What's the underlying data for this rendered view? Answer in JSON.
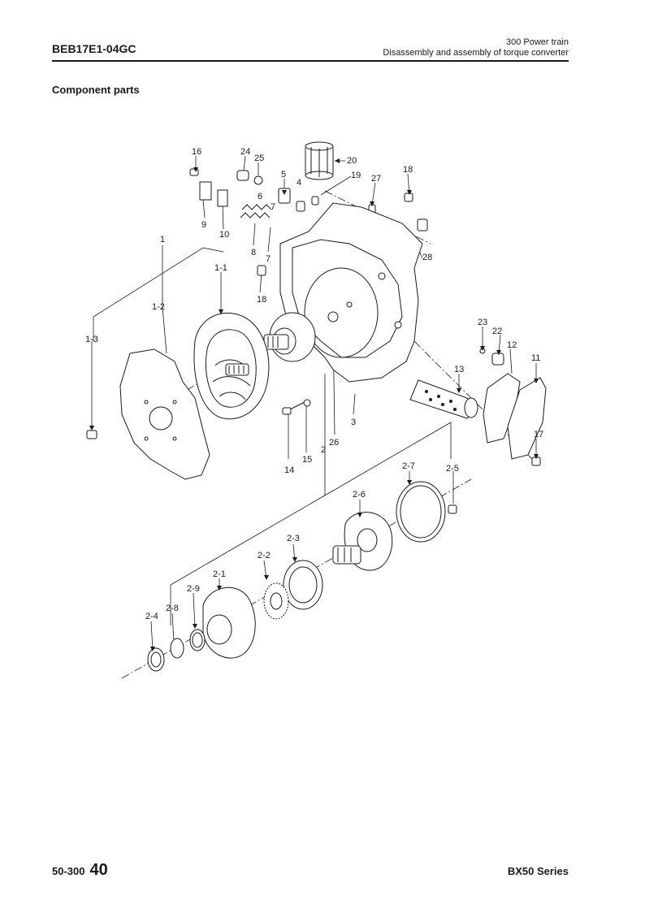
{
  "header": {
    "doc_code": "BEB17E1-04GC",
    "section": "300 Power train",
    "subtitle": "Disassembly and assembly of torque converter"
  },
  "section_title": "Component parts",
  "labels": [
    "16",
    "24",
    "25",
    "20",
    "5",
    "19",
    "27",
    "18",
    "4",
    "6",
    "7",
    "9",
    "10",
    "8",
    "7",
    "1",
    "1-1",
    "18",
    "28",
    "1-2",
    "3",
    "23",
    "22",
    "12",
    "11",
    "1-3",
    "13",
    "14",
    "15",
    "26",
    "2",
    "17",
    "2-7",
    "2-5",
    "2-6",
    "2-3",
    "2-2",
    "2-1",
    "2-9",
    "2-8",
    "2-4"
  ],
  "footer": {
    "page_prefix": "50-300",
    "page_number": "40",
    "series": "BX50 Series"
  }
}
